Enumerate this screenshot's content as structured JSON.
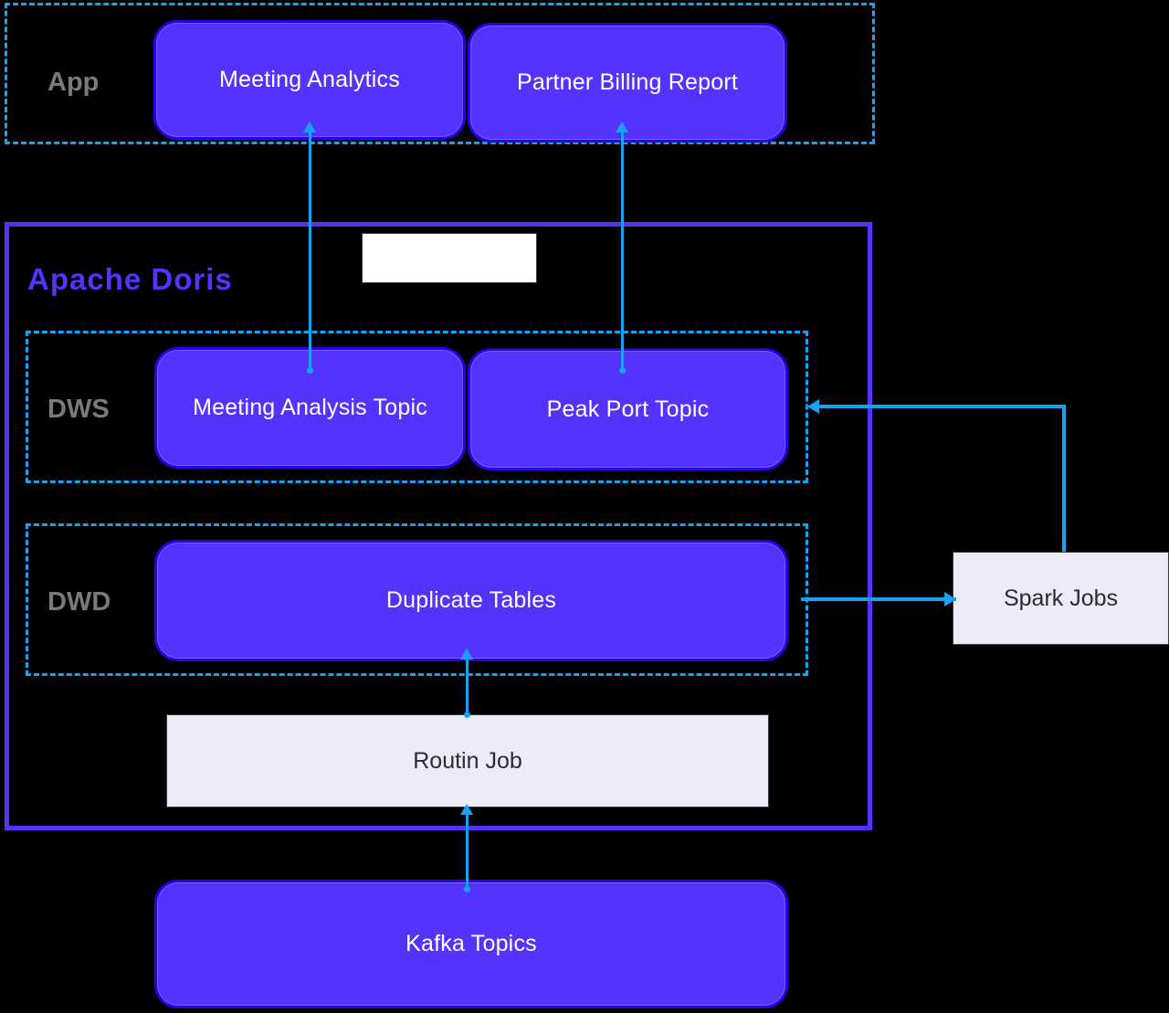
{
  "diagram": {
    "title": "Apache Doris data warehouse layered architecture",
    "background": "#000000",
    "colors": {
      "node_fill": "#5533ff",
      "node_border": "#2a00e6",
      "dashed_border": "#1ba1f2",
      "connector": "#1ba1f2",
      "plain_box_fill": "#ebebf9",
      "layer_label": "#7a7a7a",
      "doris_title": "#5533ff",
      "node_text": "#ffffff"
    }
  },
  "app_layer": {
    "label": "App",
    "nodes": [
      {
        "label": "Meeting Analytics"
      },
      {
        "label": "Partner Billing Report"
      }
    ]
  },
  "doris": {
    "title": "Apache Doris",
    "blank_box": {
      "label": ""
    },
    "dws_layer": {
      "label": "DWS",
      "nodes": [
        {
          "label": "Meeting Analysis Topic"
        },
        {
          "label": "Peak Port Topic"
        }
      ]
    },
    "dwd_layer": {
      "label": "DWD",
      "nodes": [
        {
          "label": "Duplicate Tables"
        }
      ]
    },
    "routine_job": {
      "label": "Routin Job"
    }
  },
  "spark": {
    "label": "Spark Jobs"
  },
  "kafka": {
    "label": "Kafka Topics"
  },
  "connectors": [
    {
      "name": "meeting-analysis-topic-to-meeting-analytics",
      "direction": "up"
    },
    {
      "name": "peak-port-topic-to-partner-billing-report",
      "direction": "up"
    },
    {
      "name": "routine-job-to-duplicate-tables",
      "direction": "up"
    },
    {
      "name": "kafka-topics-to-routine-job",
      "direction": "up"
    },
    {
      "name": "duplicate-tables-to-spark-jobs",
      "direction": "right"
    },
    {
      "name": "spark-jobs-to-dws-layer",
      "direction": "left"
    }
  ]
}
